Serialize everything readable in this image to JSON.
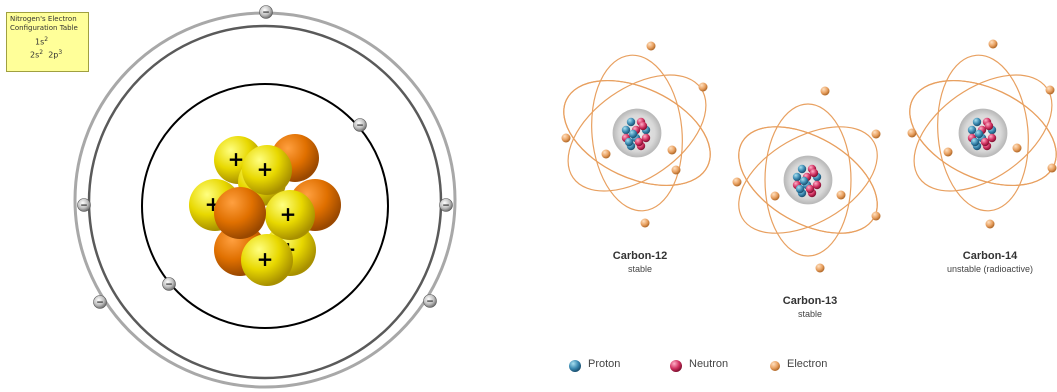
{
  "config_table": {
    "title_line1": "Nitrogen's Electron",
    "title_line2": "Configuration Table",
    "row1_orbital": "1s",
    "row1_count": "2",
    "row2_orbital_a": "2s",
    "row2_count_a": "2",
    "row2_orbital_b": "2p",
    "row2_count_b": "3"
  },
  "nitrogen_atom": {
    "proton_sign": "+",
    "electron_sign": "−",
    "colors": {
      "proton": "#f0e000",
      "neutron": "#e07000",
      "orbit_inner": "#000000",
      "orbit_outer": "#999999"
    }
  },
  "isotopes": [
    {
      "name": "Carbon-12",
      "status": "stable"
    },
    {
      "name": "Carbon-13",
      "status": "stable"
    },
    {
      "name": "Carbon-14",
      "status": "unstable (radioactive)"
    }
  ],
  "legend": [
    {
      "label": "Proton",
      "color": "#4a90b0"
    },
    {
      "label": "Neutron",
      "color": "#d03060"
    },
    {
      "label": "Electron",
      "color": "#e8a060"
    }
  ],
  "colors": {
    "orbit": "#e8a060"
  }
}
